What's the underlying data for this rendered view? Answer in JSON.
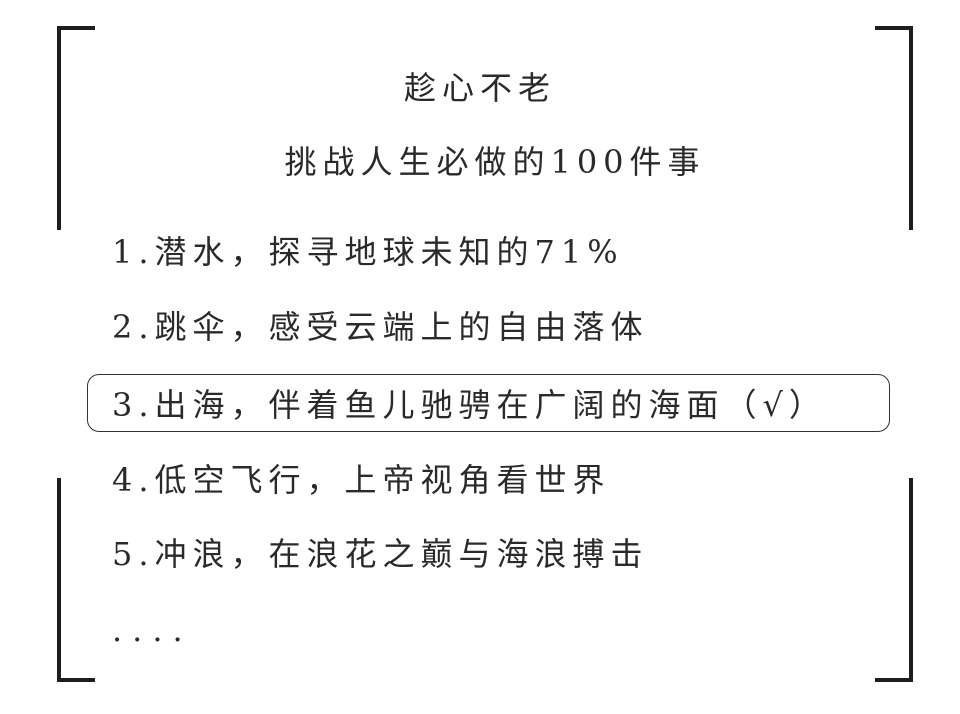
{
  "title": "趁心不老",
  "subtitle": "挑战人生必做的100件事",
  "items": [
    "1.潜水，探寻地球未知的71%",
    "2.跳伞，感受云端上的自由落体",
    "3.出海，伴着鱼儿驰骋在广阔的海面（√）",
    "4.低空飞行，上帝视角看世界",
    "5.冲浪，在浪花之巅与海浪搏击",
    "...."
  ],
  "highlighted_item_index": 2
}
